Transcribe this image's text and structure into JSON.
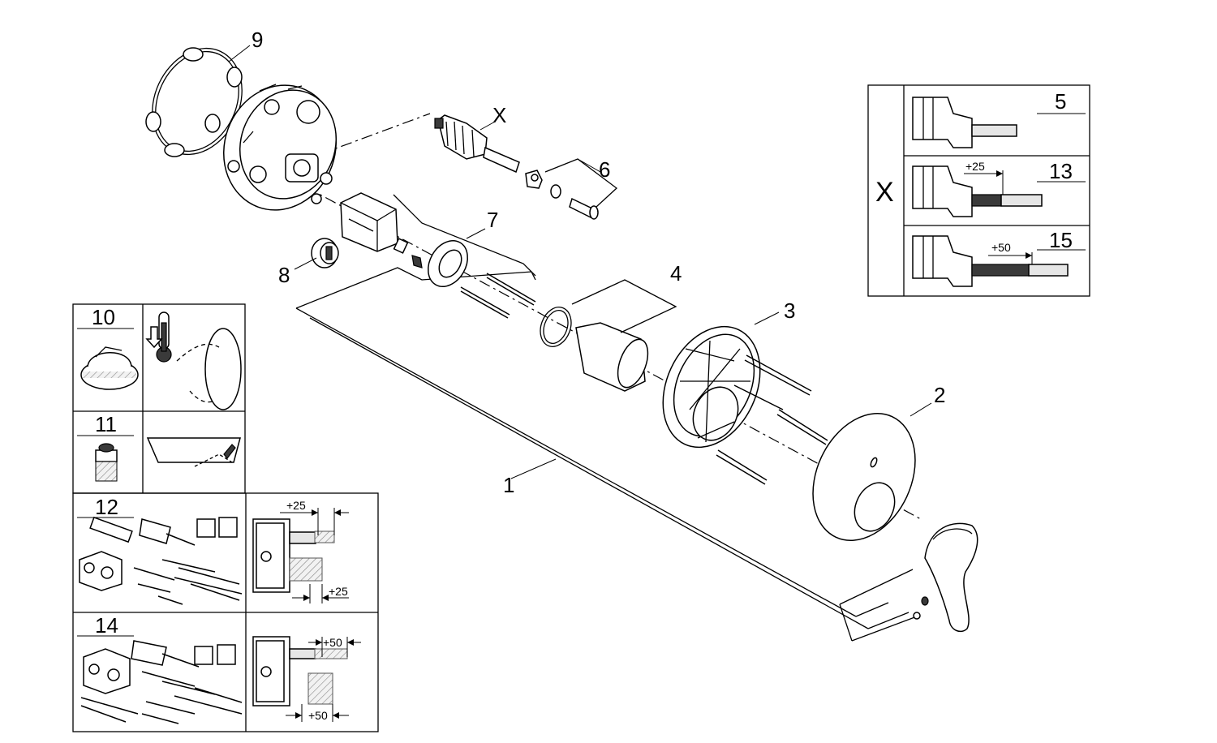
{
  "callouts": {
    "c1": "1",
    "c2": "2",
    "c3": "3",
    "c4": "4",
    "c5": "5",
    "c6": "6",
    "c7": "7",
    "c8": "8",
    "c9": "9",
    "c10": "10",
    "c11": "11",
    "c12": "12",
    "c13": "13",
    "c14": "14",
    "c15": "15",
    "cX": "X"
  },
  "x_panel": {
    "label": "X",
    "dims": {
      "d13": "+25",
      "d15": "+50"
    }
  },
  "extension_panels": {
    "d12_top": "+25",
    "d12_bottom": "+25",
    "d14_top": "+50",
    "d14_bottom": "+50"
  }
}
